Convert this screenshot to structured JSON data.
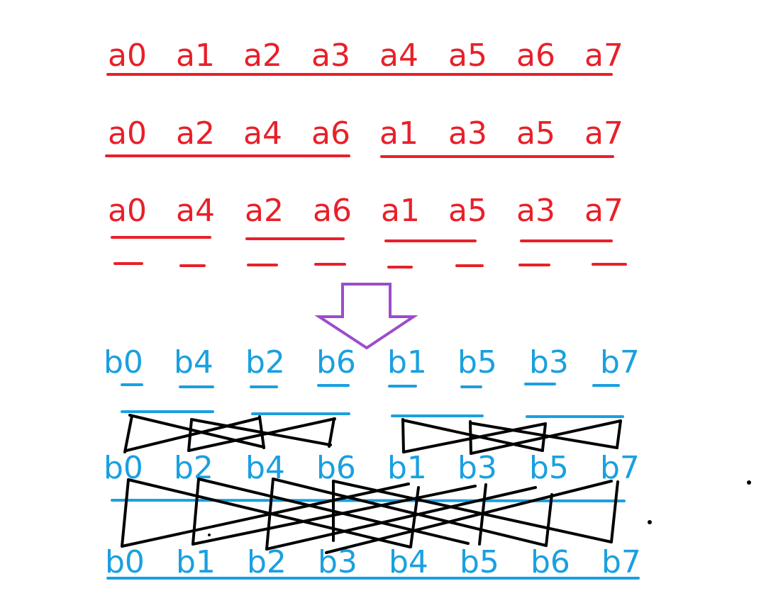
{
  "colors": {
    "red": "#e8202a",
    "blue": "#1aa0e0",
    "black": "#000000",
    "purple": "#9b4dca"
  },
  "rows": {
    "row1": [
      "a0",
      "a1",
      "a2",
      "a3",
      "a4",
      "a5",
      "a6",
      "a7"
    ],
    "row2": [
      "a0",
      "a2",
      "a4",
      "a6",
      "a1",
      "a3",
      "a5",
      "a7"
    ],
    "row3": [
      "a0",
      "a4",
      "a2",
      "a6",
      "a1",
      "a5",
      "a3",
      "a7"
    ],
    "row4": [
      "b0",
      "b4",
      "b2",
      "b6",
      "b1",
      "b5",
      "b3",
      "b7"
    ],
    "row5": [
      "b0",
      "b2",
      "b4",
      "b6",
      "b1",
      "b3",
      "b5",
      "b7"
    ],
    "row6": [
      "b0",
      "b1",
      "b2",
      "b3",
      "b4",
      "b5",
      "b6",
      "b7"
    ]
  }
}
